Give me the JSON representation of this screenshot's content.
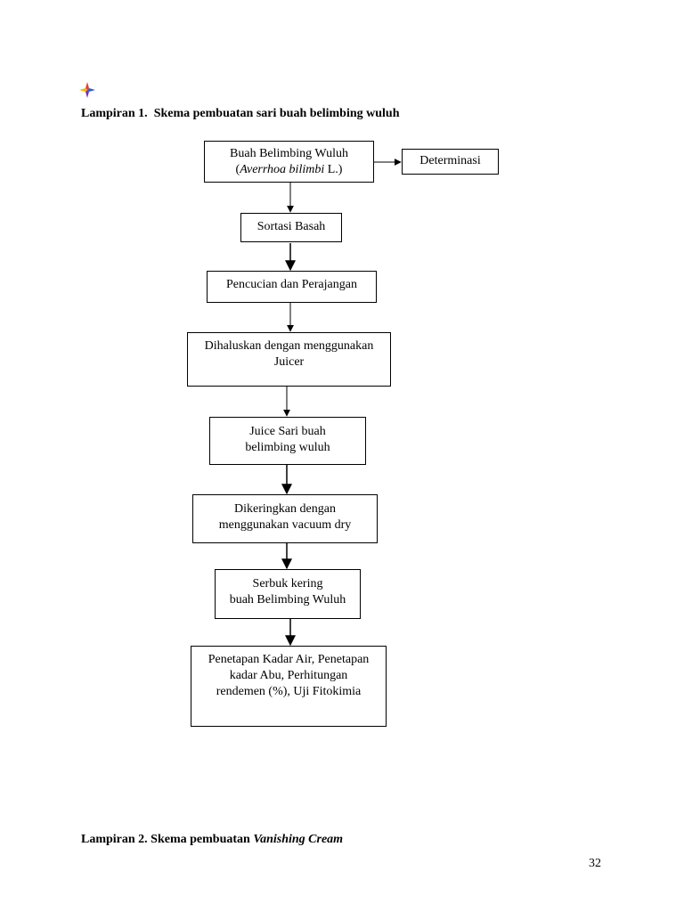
{
  "bullet_icon": "four-point-star-icon",
  "heading1": {
    "label": "Lampiran 1.",
    "title": "Skema pembuatan sari buah belimbing wuluh"
  },
  "flow": {
    "box1_line1": "Buah Belimbing Wuluh",
    "box1_paren_open": "(",
    "box1_italic": "Averrhoa bilimbi",
    "box1_suffix": " L.)",
    "determinasi": "Determinasi",
    "sortasi": "Sortasi Basah",
    "pencucian": "Pencucian dan Perajangan",
    "dihaluskan_line1": "Dihaluskan dengan menggunakan",
    "dihaluskan_line2": "Juicer",
    "juice_line1": "Juice Sari buah",
    "juice_line2": "belimbing wuluh",
    "dikeringkan_line1": "Dikeringkan dengan",
    "dikeringkan_line2": "menggunakan vacuum dry",
    "serbuk_line1": "Serbuk kering",
    "serbuk_line2": "buah Belimbing Wuluh",
    "penetapan_line1": "Penetapan Kadar Air, Penetapan",
    "penetapan_line2": "kadar Abu, Perhitungan",
    "penetapan_line3": "rendemen (%), Uji Fitokimia"
  },
  "heading2": {
    "prefix": "Lampiran 2. Skema pembuatan ",
    "italic": "Vanishing Cream"
  },
  "page_number": "32"
}
